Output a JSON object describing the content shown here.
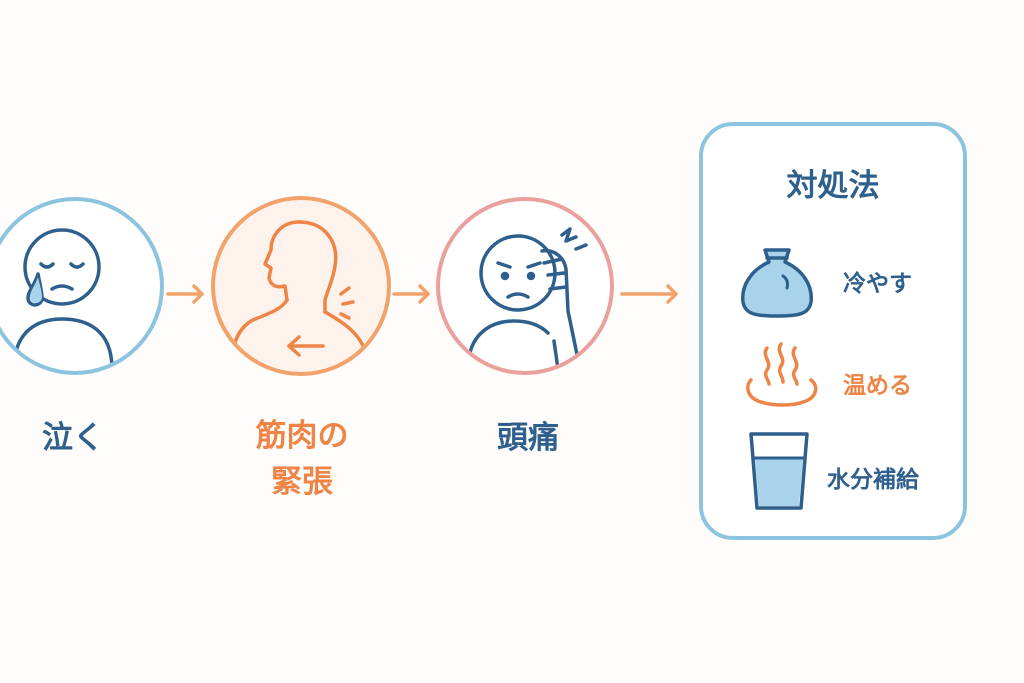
{
  "steps": [
    {
      "label": "泣く",
      "icon": "crying-face-icon",
      "color": "#2f5f8c"
    },
    {
      "label": "筋肉の\n緊張",
      "icon": "neck-tension-icon",
      "color": "#ee8446"
    },
    {
      "label": "頭痛",
      "icon": "headache-icon",
      "color": "#2f5f8c"
    }
  ],
  "remedies": {
    "title": "対処法",
    "items": [
      {
        "label": "冷やす",
        "icon": "ice-bag-icon",
        "color": "#2f5f8c"
      },
      {
        "label": "温める",
        "icon": "hot-steam-icon",
        "color": "#ee8446"
      },
      {
        "label": "水分補給",
        "icon": "water-glass-icon",
        "color": "#2f5f8c"
      }
    ]
  },
  "colors": {
    "navy": "#2f5f8c",
    "orange": "#ee8446",
    "light_blue": "#8cc4e0",
    "pink": "#eaa09c"
  }
}
